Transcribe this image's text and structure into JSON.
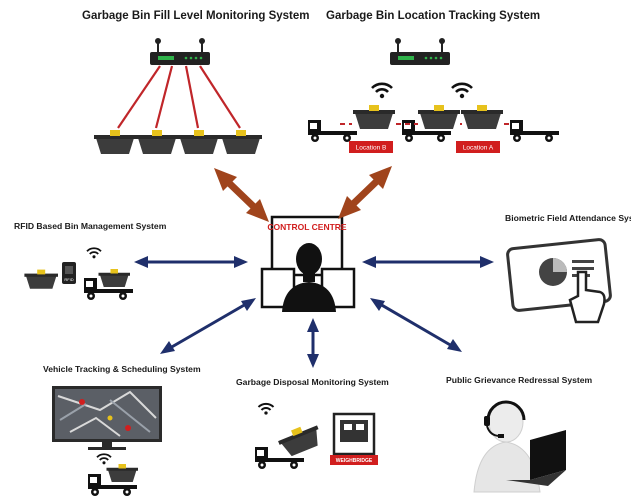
{
  "titles": {
    "fill_level": "Garbage Bin Fill Level Monitoring System",
    "location_tracking": "Garbage Bin Location Tracking System",
    "rfid": "RFID Based Bin Management System",
    "biometric": "Biometric Field Attendance System",
    "vehicle": "Vehicle Tracking & Scheduling System",
    "disposal": "Garbage Disposal Monitoring System",
    "grievance": "Public Grievance Redressal System"
  },
  "control_centre": "CONTROL CENTRE",
  "locations": {
    "b": "Location B",
    "a": "Location A"
  },
  "weighbridge": "WEIGHBRIDGE",
  "rfid_tag": "RFID",
  "colors": {
    "arrow_brown": "#a0441c",
    "arrow_navy": "#1f2f6b",
    "accent_red": "#d11e1e",
    "bin_dark": "#3c3c3c",
    "bin_yellow": "#e7c21c",
    "router_green": "#2fb34a"
  }
}
